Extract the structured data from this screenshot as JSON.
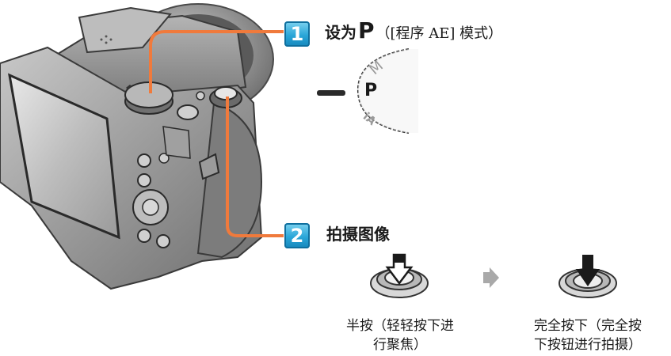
{
  "steps": [
    {
      "number": "1",
      "prefix": "设为",
      "mode_letter": "P",
      "note": "（[程序 AE] 模式）",
      "dial": {
        "selected": "P",
        "upper": "M",
        "lower": "iA"
      }
    },
    {
      "number": "2",
      "title": "拍摄图像"
    }
  ],
  "shutter": {
    "half_press_caption": [
      "半按（轻轻按下进",
      "行聚焦）"
    ],
    "full_press_caption": [
      "完全按下（完全按",
      "下按钮进行拍摄）"
    ]
  },
  "colors": {
    "badge": "#2aa6d8",
    "callout_line": "#f07a3c",
    "camera_body": "#8f8f8f",
    "arrow": "#1a1a1a"
  },
  "icons": [
    "camera-illustration",
    "mode-dial",
    "shutter-half-press-icon",
    "shutter-full-press-icon",
    "next-arrow-icon"
  ]
}
